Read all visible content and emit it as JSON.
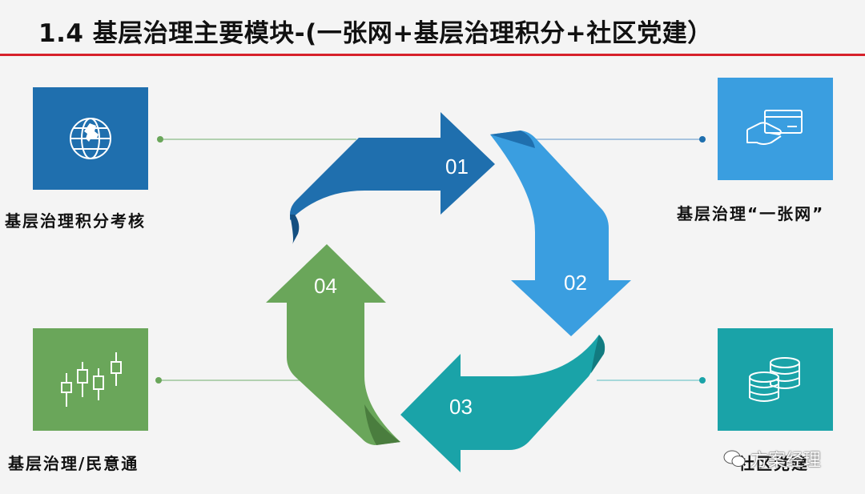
{
  "title": "1.4 基层治理主要模块-(一张网+基层治理积分+社区党建）",
  "modules": [
    {
      "label": "基层治理积分考核",
      "icon": "globe-icon",
      "color": "#1f6fae"
    },
    {
      "label": "基层治理“一张网”",
      "icon": "card-hand-icon",
      "color": "#3a9ee0"
    },
    {
      "label": "基层治理/民意通",
      "icon": "candlestick-icon",
      "color": "#6aa65a"
    },
    {
      "label": "社区党建",
      "icon": "coins-stack-icon",
      "color": "#1aa3a8"
    }
  ],
  "cycle": [
    {
      "number": "01",
      "color": "#1f6fae"
    },
    {
      "number": "02",
      "color": "#3a9ee0"
    },
    {
      "number": "03",
      "color": "#1aa3a8"
    },
    {
      "number": "04",
      "color": "#6aa65a"
    }
  ],
  "watermark": {
    "text": "方案经理",
    "icon": "wechat-icon"
  }
}
